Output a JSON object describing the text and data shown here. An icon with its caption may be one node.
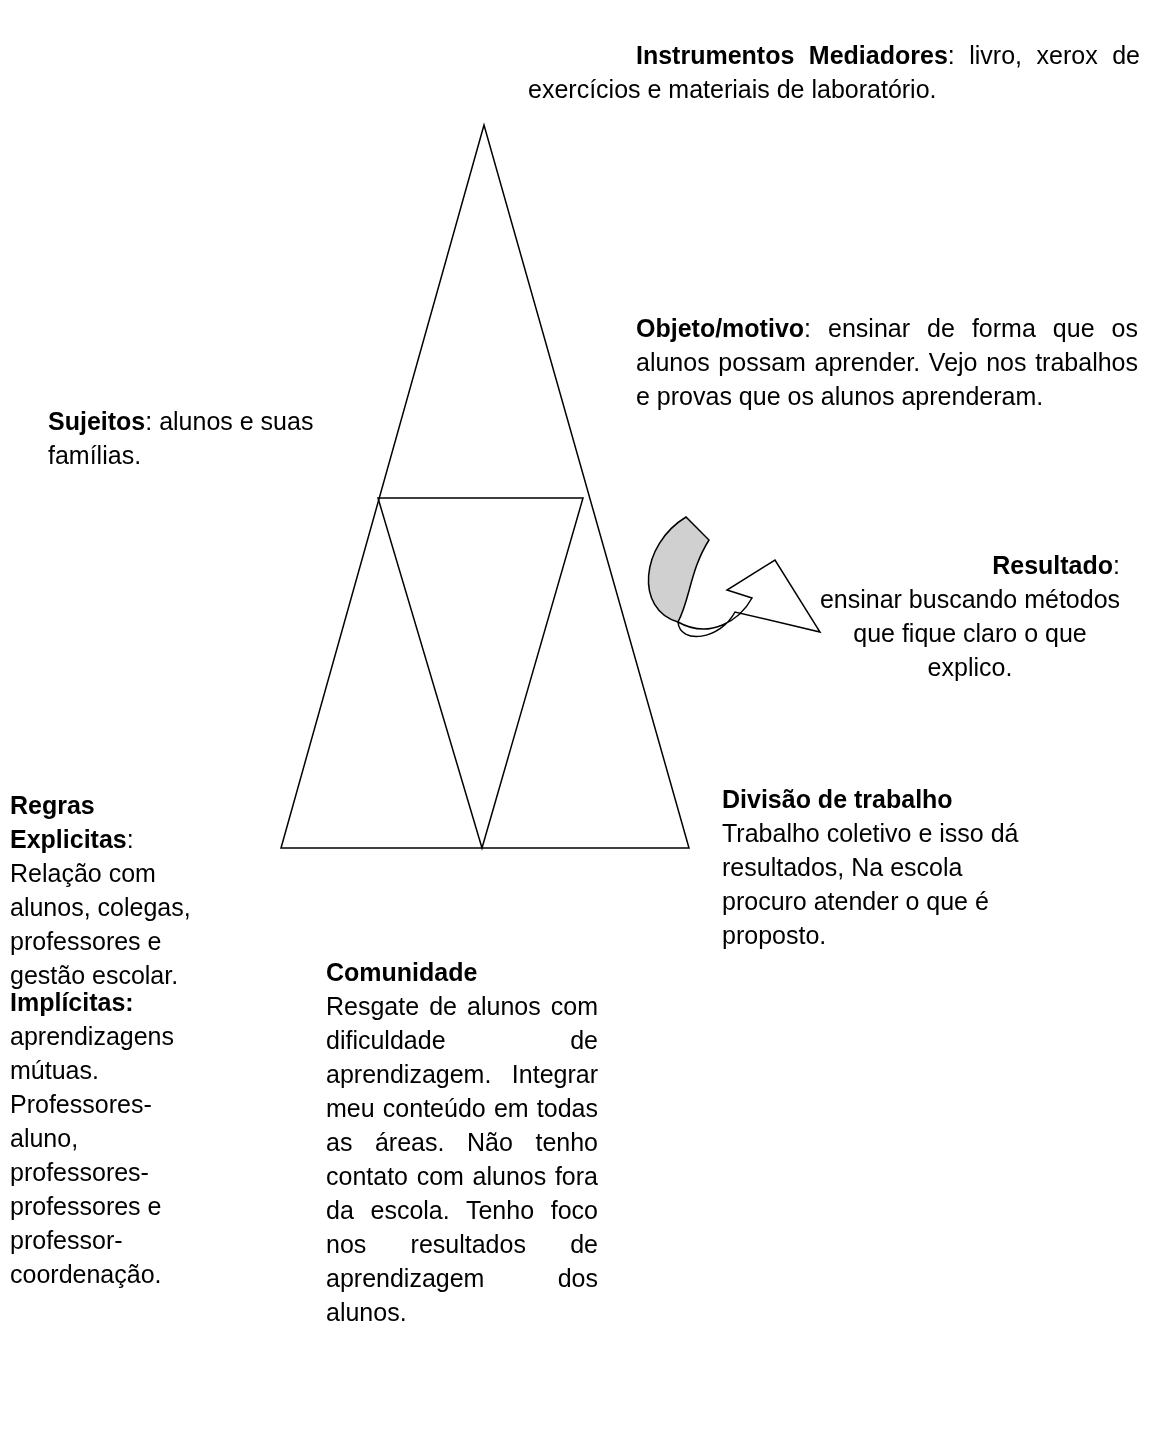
{
  "diagram": {
    "labels": [
      "**Instrumentos Mediadores**: livro, xerox de exercícios e materiais de laboratório.",
      "**Objeto/motivo**: ensinar de forma que os alunos possam aprender. Vejo nos trabalhos e provas que os alunos aprenderam.",
      "**Sujeitos**: alunos e suas famílias.",
      "**Resultado**:",
      "ensinar buscando métodos que fique claro o que explico.",
      "**Regras Explicitas**: Relação com alunos, colegas, professores e gestão escolar.",
      "Divisão de trabalho",
      "Trabalho coletivo e isso dá resultados, Na escola procuro atender o que é proposto.",
      "Comunidade",
      "Implícitas:",
      "aprendizagens mútuas. Professores-aluno, professores-professores e professor-coordenação.",
      "Resgate de alunos com dificuldade de aprendizagem. Integrar meu conteúdo em todas as áreas. Não tenho contato com alunos fora da escola. Tenho foco nos resultados de aprendizagem dos alunos."
    ]
  }
}
